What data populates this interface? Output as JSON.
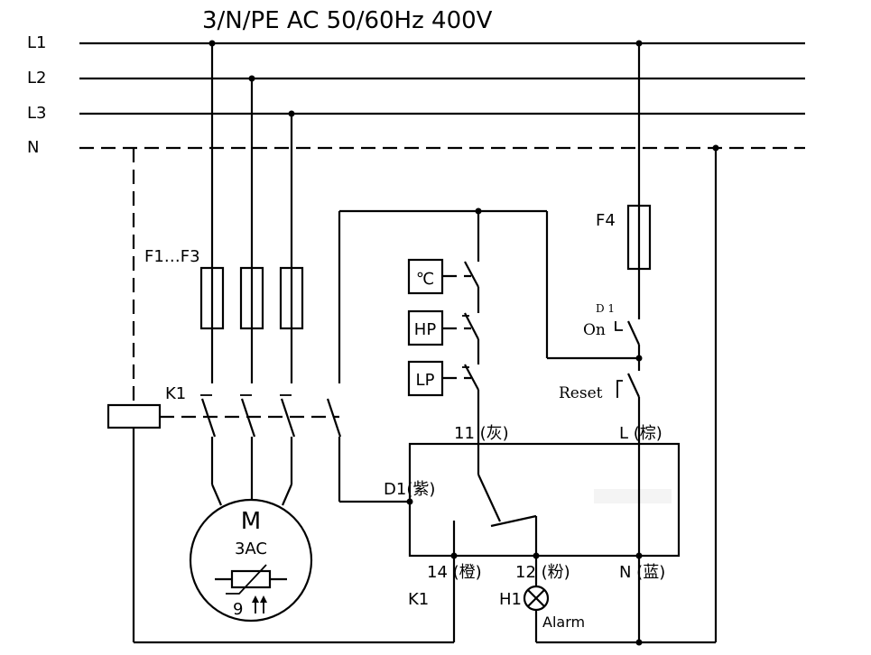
{
  "title": "3/N/PE AC 50/60Hz 400V",
  "lines": [
    "L1",
    "L2",
    "L3",
    "N"
  ],
  "fuses": {
    "main": "F1…F3",
    "control": "F4"
  },
  "contactor": "K1",
  "contactor_aux": "K1",
  "motor": {
    "symbol": "M",
    "type": "3AC",
    "sensor": "9"
  },
  "sensors": {
    "temp": "℃",
    "hp": "HP",
    "lp": "LP"
  },
  "switches": {
    "on_prefix": "D 1",
    "on": "On",
    "reset": "Reset"
  },
  "terminals": {
    "t11": "11 (灰)",
    "tL": "L  (棕)",
    "tD1": "D1(紫)",
    "t14": "14 (橙)",
    "t12": "12 (粉)",
    "tN": "N  (蓝)"
  },
  "lamp": {
    "id": "H1",
    "label": "Alarm"
  }
}
